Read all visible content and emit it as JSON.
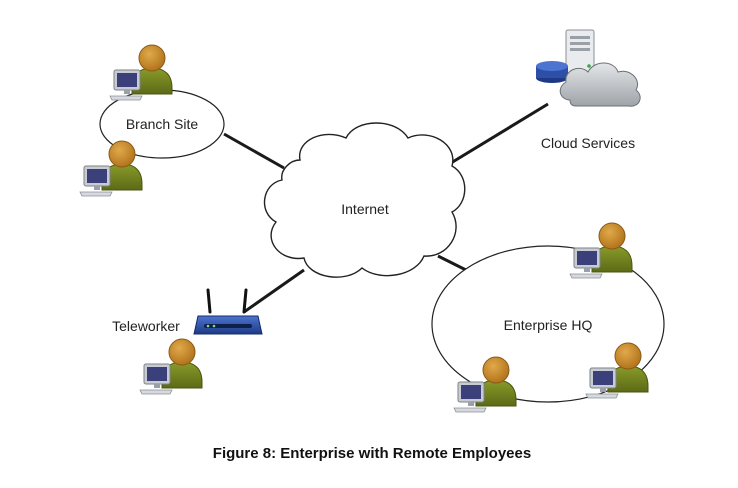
{
  "diagram": {
    "nodes": {
      "internet": "Internet",
      "branch_site": "Branch Site",
      "cloud_services": "Cloud Services",
      "teleworker": "Teleworker",
      "enterprise_hq": "Enterprise HQ"
    },
    "caption": "Figure 8: Enterprise with Remote Employees",
    "colors": {
      "person_head": "#C98A2B",
      "person_body": "#6E7F1F",
      "monitor_frame": "#9AA0A8",
      "monitor_screen": "#3B3F7A",
      "router": "#2E4FA8",
      "cloud": "#BFC3C7",
      "link": "#1a1a1a"
    }
  }
}
